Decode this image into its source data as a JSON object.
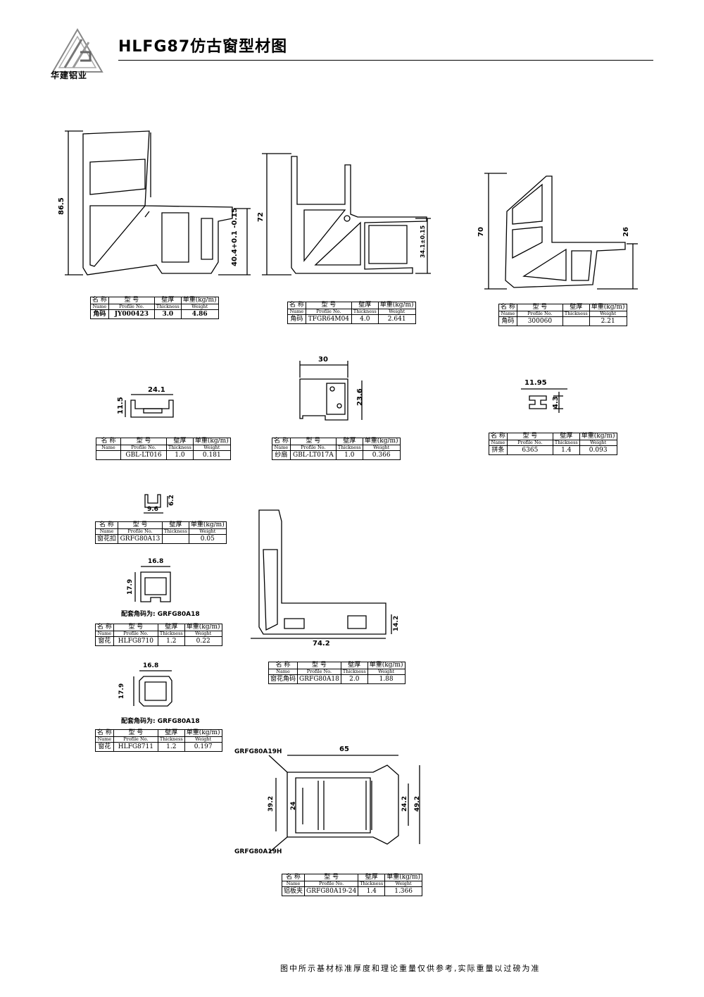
{
  "header": {
    "logo_text": "华建铝业",
    "title": "HLFG87仿古窗型材图"
  },
  "table_header": {
    "name_cn": "名 称",
    "name_en": "Name",
    "profile_cn": "型 号",
    "profile_en": "Profile No.",
    "thickness_cn": "壁厚",
    "thickness_en": "Thickness",
    "weight_cn": "单重(kg/m)",
    "weight_en": "Weight"
  },
  "profiles": [
    {
      "name": "角码",
      "profile": "JY000423",
      "thickness": "3.0",
      "weight": "4.86",
      "dims": [
        "86.5",
        "40.4+0.1 -0.15"
      ]
    },
    {
      "name": "角码",
      "profile": "TFGR64M04",
      "thickness": "4.0",
      "weight": "2.641",
      "dims": [
        "72",
        "34.1±0.15"
      ]
    },
    {
      "name": "角码",
      "profile": "300060",
      "thickness": "",
      "weight": "2.21",
      "dims": [
        "70",
        "26"
      ]
    },
    {
      "name": "",
      "profile": "GBL-LT016",
      "thickness": "1.0",
      "weight": "0.181",
      "dims": [
        "24.1",
        "11.5"
      ]
    },
    {
      "name": "纱扇",
      "profile": "GBL-LT017A",
      "thickness": "1.0",
      "weight": "0.366",
      "dims": [
        "30",
        "23.6"
      ]
    },
    {
      "name": "拼条",
      "profile": "6365",
      "thickness": "1.4",
      "weight": "0.093",
      "dims": [
        "11.95",
        "4.3"
      ]
    },
    {
      "name": "窗花扣",
      "profile": "GRFG80A13",
      "thickness": "",
      "weight": "0.05",
      "dims": [
        "9.6",
        "6.2"
      ]
    },
    {
      "name": "窗花",
      "profile": "HLFG8710",
      "thickness": "1.2",
      "weight": "0.22",
      "dims": [
        "16.8",
        "17.9"
      ],
      "note": "配套角码为: GRFG80A18"
    },
    {
      "name": "窗花",
      "profile": "HLFG8711",
      "thickness": "1.2",
      "weight": "0.197",
      "dims": [
        "16.8",
        "17.9"
      ],
      "note": "配套角码为: GRFG80A18"
    },
    {
      "name": "窗花角码",
      "profile": "GRFG80A18",
      "thickness": "2.0",
      "weight": "1.88",
      "dims": [
        "74.2",
        "14.2"
      ]
    },
    {
      "name": "铝板夹",
      "profile": "GRFG80A19-24",
      "thickness": "1.4",
      "weight": "1.366",
      "dims": [
        "65",
        "39.2",
        "24",
        "24.2",
        "49.2"
      ],
      "callouts": [
        "GRFG80A19H",
        "GRFG80A19H"
      ]
    }
  ],
  "footer": "图中所示基材标准厚度和理论重量仅供参考,实际重量以过磅为准"
}
